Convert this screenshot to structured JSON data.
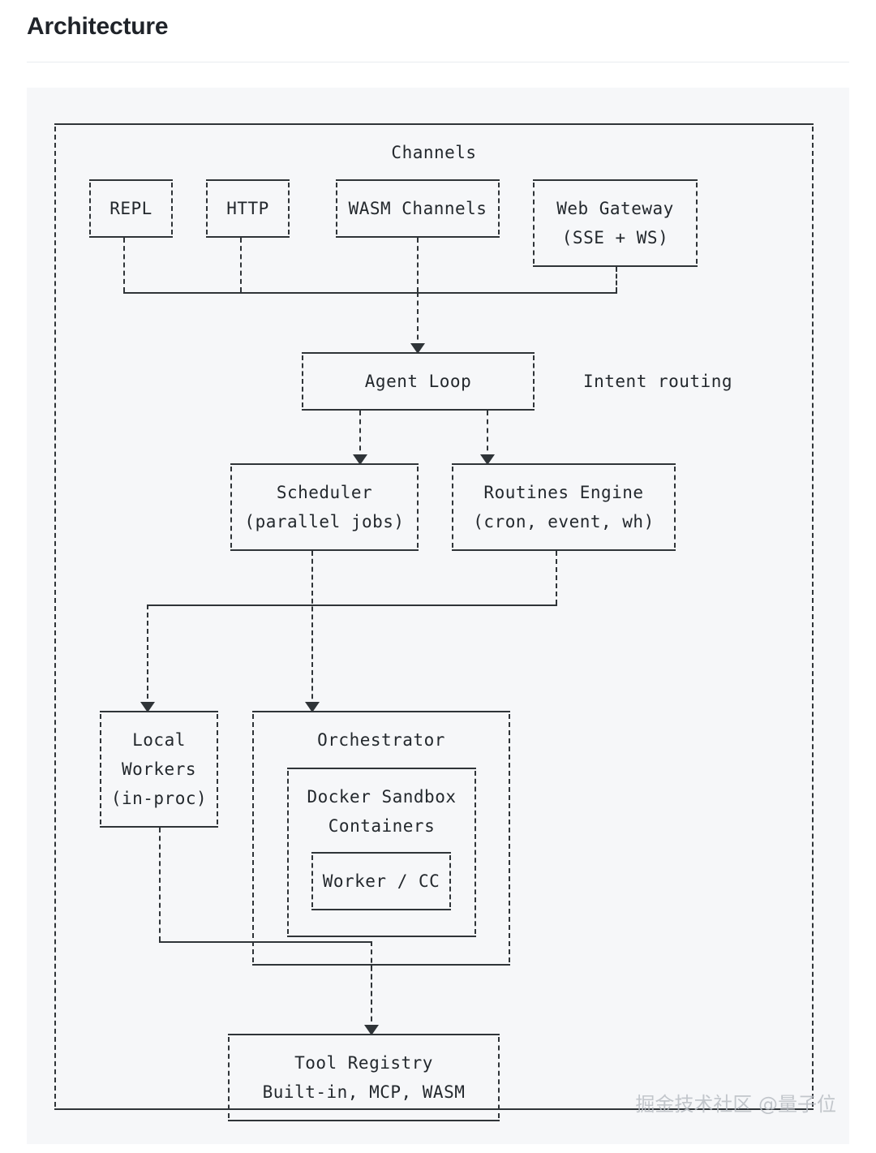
{
  "page": {
    "title": "Architecture",
    "watermark": "掘金技术社区 @量子位"
  },
  "colors": {
    "page_background": "#ffffff",
    "panel_background": "#f6f7f9",
    "stroke": "#2f3438",
    "text": "#23282d",
    "title_text": "#1f2329",
    "rule": "#e9ecef",
    "watermark_text": "#b9bec4"
  },
  "diagram": {
    "type": "ascii-block-diagram",
    "outer_container_label": "Channels",
    "nodes": {
      "repl": {
        "label": "REPL"
      },
      "http": {
        "label": "HTTP"
      },
      "wasm_channels": {
        "label": "WASM Channels"
      },
      "web_gateway_line1": {
        "label": "Web Gateway"
      },
      "web_gateway_line2": {
        "label": "(SSE + WS)"
      },
      "agent_loop": {
        "label": "Agent Loop"
      },
      "intent_routing": {
        "label": "Intent routing"
      },
      "scheduler_line1": {
        "label": "Scheduler"
      },
      "scheduler_line2": {
        "label": "(parallel jobs)"
      },
      "routines_line1": {
        "label": "Routines Engine"
      },
      "routines_line2": {
        "label": "(cron, event, wh)"
      },
      "local_workers_line1": {
        "label": "Local"
      },
      "local_workers_line2": {
        "label": "Workers"
      },
      "local_workers_line3": {
        "label": "(in-proc)"
      },
      "orchestrator": {
        "label": "Orchestrator"
      },
      "docker_line1": {
        "label": "Docker Sandbox"
      },
      "docker_line2": {
        "label": "Containers"
      },
      "worker_cc": {
        "label": "Worker / CC"
      },
      "tool_registry_line1": {
        "label": "Tool Registry"
      },
      "tool_registry_line2": {
        "label": "Built-in, MCP, WASM"
      }
    }
  }
}
